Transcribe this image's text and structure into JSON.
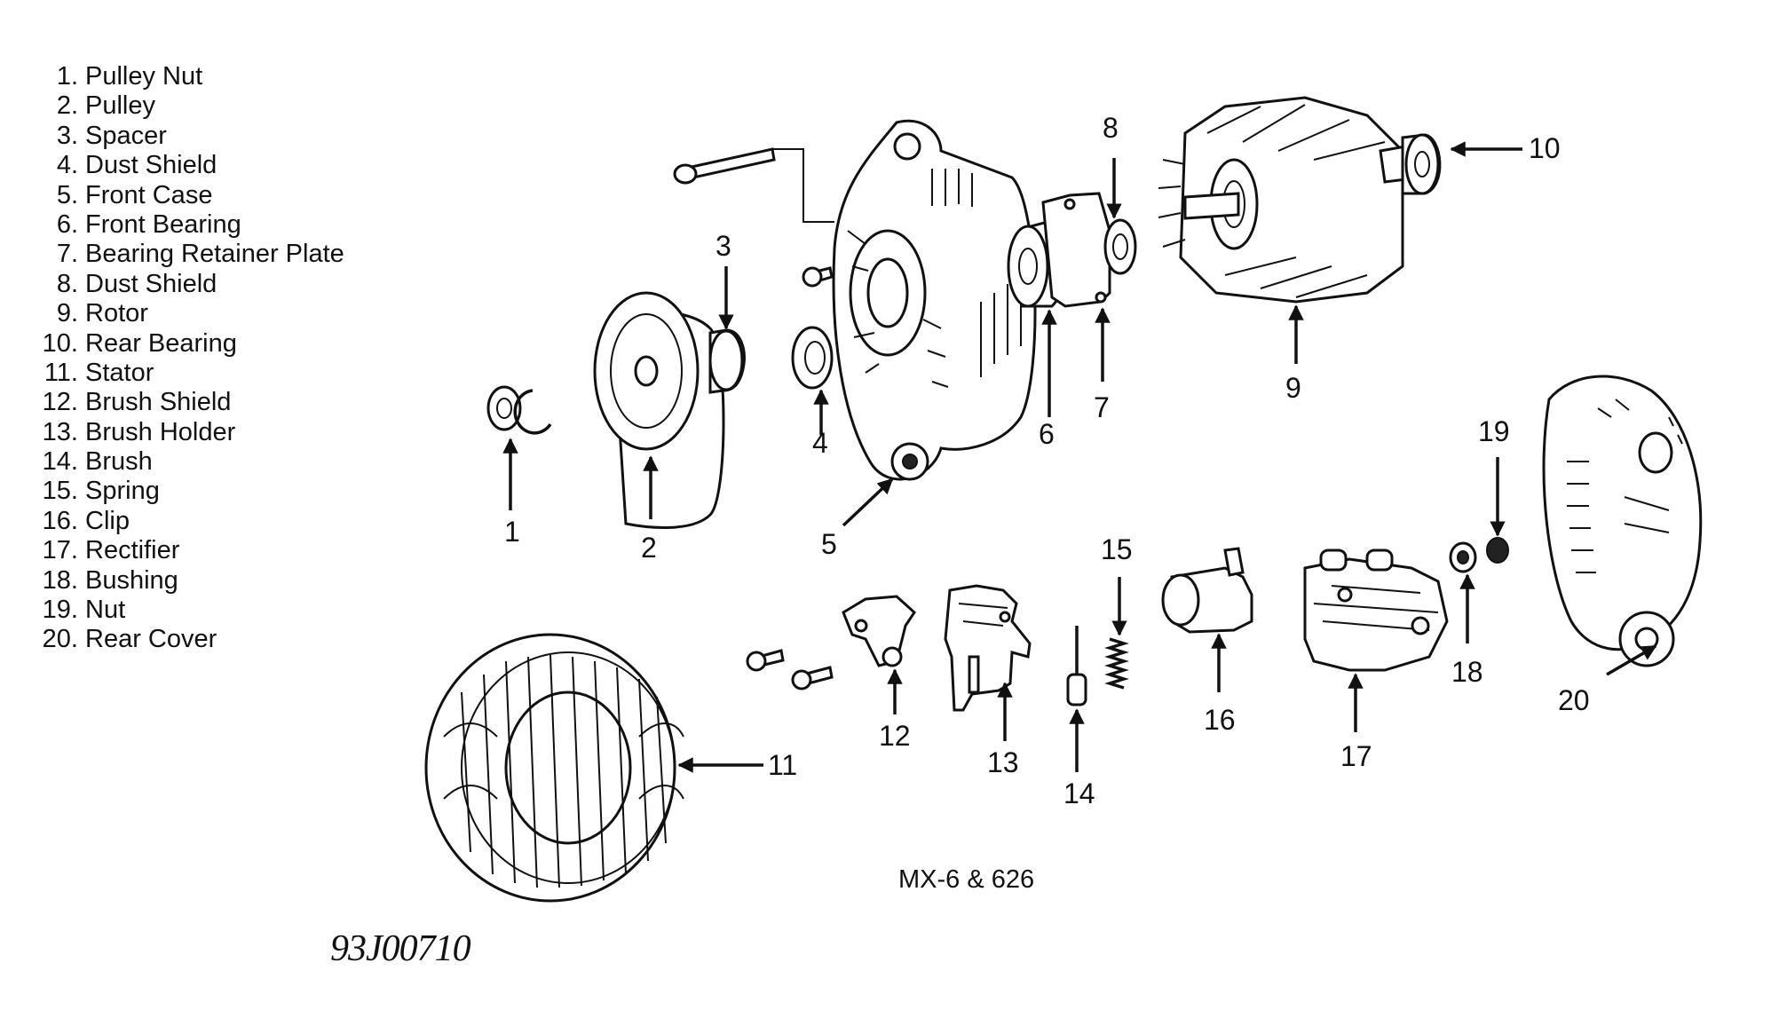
{
  "legend": [
    {
      "num": "1.",
      "label": "Pulley Nut"
    },
    {
      "num": "2.",
      "label": "Pulley"
    },
    {
      "num": "3.",
      "label": "Spacer"
    },
    {
      "num": "4.",
      "label": "Dust Shield"
    },
    {
      "num": "5.",
      "label": "Front Case"
    },
    {
      "num": "6.",
      "label": "Front Bearing"
    },
    {
      "num": "7.",
      "label": "Bearing Retainer Plate"
    },
    {
      "num": "8.",
      "label": "Dust Shield"
    },
    {
      "num": "9.",
      "label": "Rotor"
    },
    {
      "num": "10.",
      "label": "Rear Bearing"
    },
    {
      "num": "11.",
      "label": "Stator"
    },
    {
      "num": "12.",
      "label": "Brush Shield"
    },
    {
      "num": "13.",
      "label": "Brush Holder"
    },
    {
      "num": "14.",
      "label": "Brush"
    },
    {
      "num": "15.",
      "label": "Spring"
    },
    {
      "num": "16.",
      "label": "Clip"
    },
    {
      "num": "17.",
      "label": "Rectifier"
    },
    {
      "num": "18.",
      "label": "Bushing"
    },
    {
      "num": "19.",
      "label": "Nut"
    },
    {
      "num": "20.",
      "label": "Rear Cover"
    }
  ],
  "callouts": [
    "1",
    "2",
    "3",
    "4",
    "5",
    "6",
    "7",
    "8",
    "9",
    "10",
    "11",
    "12",
    "13",
    "14",
    "15",
    "16",
    "17",
    "18",
    "19",
    "20"
  ],
  "caption": "MX-6 & 626",
  "figure_code": "93J00710"
}
